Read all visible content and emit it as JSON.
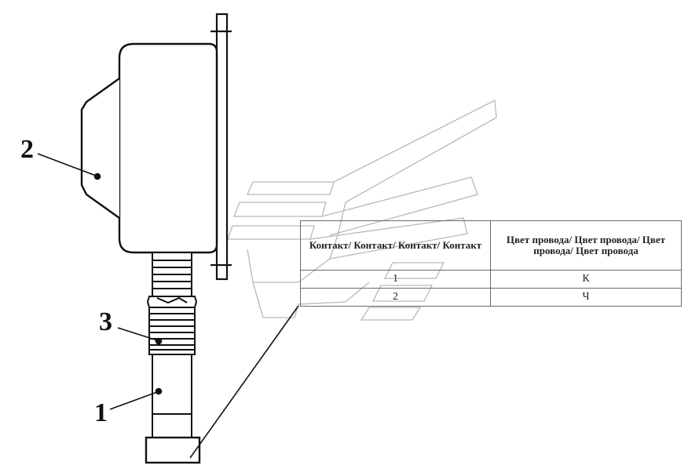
{
  "callouts": [
    {
      "id": "part-2",
      "label": "2"
    },
    {
      "id": "part-3",
      "label": "3"
    },
    {
      "id": "part-1",
      "label": "1"
    }
  ],
  "pin_table": {
    "headers": [
      "Контакт/ Контакт/ Контакт/ Контакт",
      "Цвет провода/ Цвет провода/ Цвет провода/ Цвет провода"
    ],
    "rows": [
      [
        "1",
        "К"
      ],
      [
        "2",
        "Ч"
      ]
    ]
  },
  "colors": {
    "line": "#111111",
    "watermark": "#b5b5b5",
    "table_border": "#6a6a6a"
  }
}
